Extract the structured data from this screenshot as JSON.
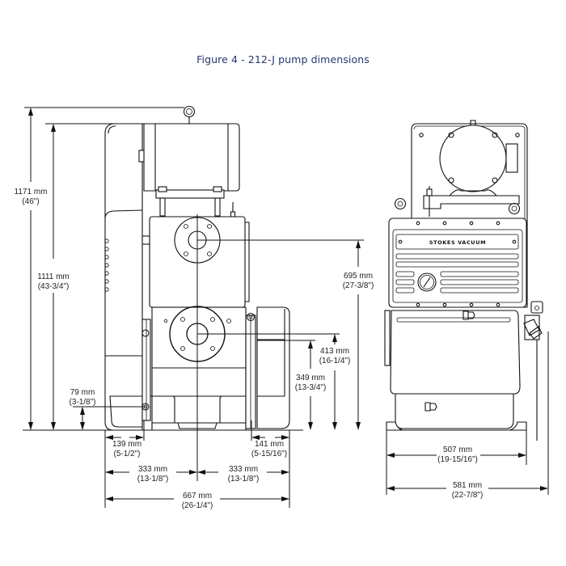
{
  "figure": {
    "title": "Figure 4 - 212-J pump dimensions",
    "title_color": "#25386e"
  },
  "side_view": {
    "dimensions": {
      "overall_height": {
        "mm": "1171 mm",
        "in": "(46\")"
      },
      "motor_top_height": {
        "mm": "1111 mm",
        "in": "(43-3/4\")"
      },
      "inlet_height": {
        "mm": "695 mm",
        "in": "(27-3/8\")"
      },
      "outlet_height": {
        "mm": "413 mm",
        "in": "(16-1/4\")"
      },
      "right_port_height": {
        "mm": "349 mm",
        "in": "(13-3/4\")"
      },
      "drain_height": {
        "mm": "79 mm",
        "in": "(3-1/8\")"
      },
      "left_foot_offset": {
        "mm": "139 mm",
        "in": "(5-1/2\")"
      },
      "right_foot_offset": {
        "mm": "141 mm",
        "in": "(5-15/16\")"
      },
      "left_half_width": {
        "mm": "333 mm",
        "in": "(13-1/8\")"
      },
      "right_half_width": {
        "mm": "333 mm",
        "in": "(13-1/8\")"
      },
      "overall_width": {
        "mm": "667 mm",
        "in": "(26-1/4\")"
      }
    }
  },
  "front_view": {
    "nameplate": "STOKES VACUUM",
    "dimensions": {
      "base_width": {
        "mm": "507 mm",
        "in": "(19-15/16\")"
      },
      "overall_width": {
        "mm": "581 mm",
        "in": "(22-7/8\")"
      }
    }
  }
}
